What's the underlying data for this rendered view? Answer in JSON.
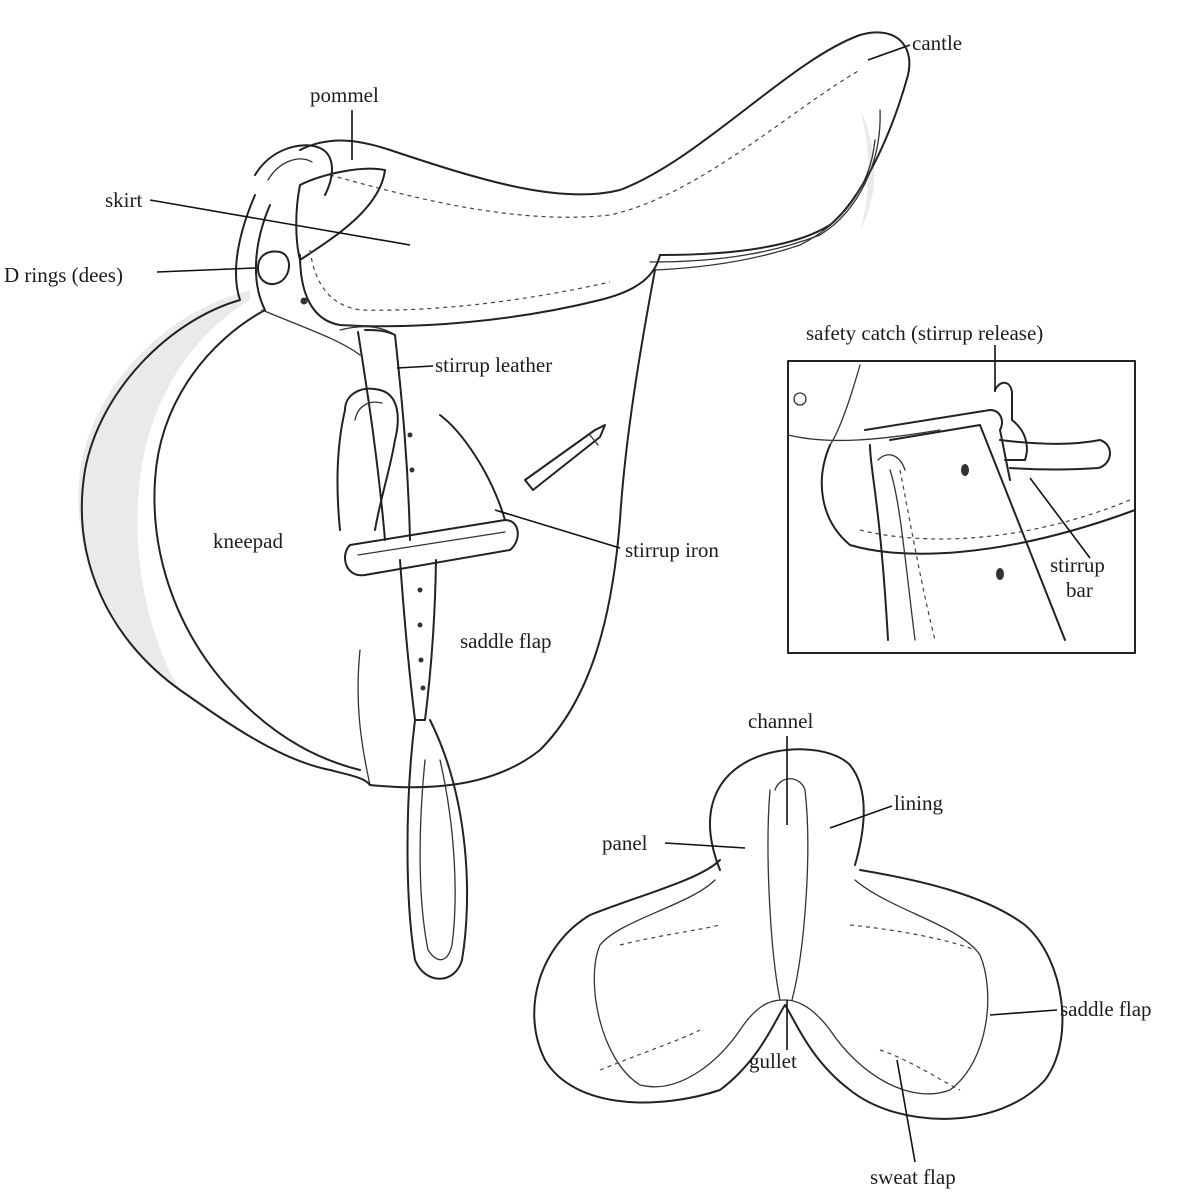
{
  "labels": {
    "cantle": "cantle",
    "pommel": "pommel",
    "skirt": "skirt",
    "d_rings": "D rings (dees)",
    "stirrup_leather": "stirrup leather",
    "kneepad": "kneepad",
    "stirrup_iron": "stirrup iron",
    "saddle_flap": "saddle flap",
    "safety_catch": "safety catch (stirrup release)",
    "stirrup_bar_1": "stirrup",
    "stirrup_bar_2": "bar",
    "channel": "channel",
    "lining": "lining",
    "panel": "panel",
    "saddle_flap_under": "saddle flap",
    "gullet": "gullet",
    "sweat_flap": "sweat flap"
  }
}
